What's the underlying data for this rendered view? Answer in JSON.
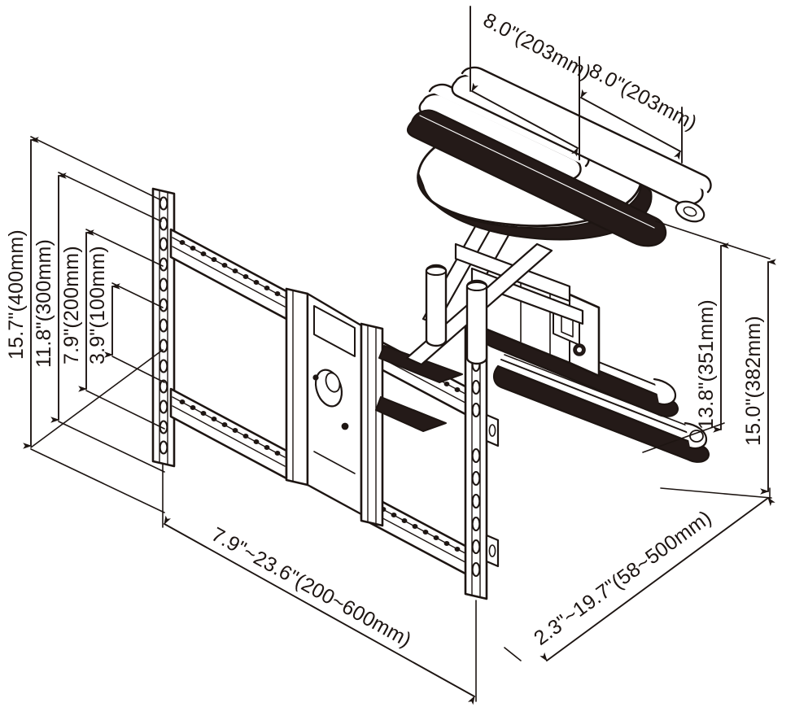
{
  "drawing": {
    "title": "Full-motion TV wall mount — dimensioned isometric drawing",
    "subject": "articulating-tv-wall-mount",
    "line_color": "#1d1512",
    "fill_dark": "#241a18",
    "background": "#ffffff"
  },
  "dimensions": {
    "top_left": {
      "label": "8.0\"(203mm)",
      "value_in": 8.0,
      "value_mm": 203,
      "axis": "horizontal-depth-upper"
    },
    "top_right": {
      "label": "8.0\"(203mm)",
      "value_in": 8.0,
      "value_mm": 203,
      "axis": "horizontal-depth-upper"
    },
    "left_outer": {
      "label": "15.7\"(400mm)",
      "value_in": 15.7,
      "value_mm": 400,
      "axis": "vertical-height"
    },
    "left_second": {
      "label": "11.8\"(300mm)",
      "value_in": 11.8,
      "value_mm": 300,
      "axis": "vertical-height"
    },
    "left_third": {
      "label": "7.9\"(200mm)",
      "value_in": 7.9,
      "value_mm": 200,
      "axis": "vertical-height"
    },
    "left_inner": {
      "label": "3.9\"(100mm)",
      "value_in": 3.9,
      "value_mm": 100,
      "axis": "vertical-height"
    },
    "right_inner": {
      "label": "13.8\"(351mm)",
      "value_in": 13.8,
      "value_mm": 351,
      "axis": "vertical-height-arm"
    },
    "right_outer": {
      "label": "15.0\"(382mm)",
      "value_in": 15.0,
      "value_mm": 382,
      "axis": "vertical-height-arm"
    },
    "bottom_left": {
      "label": "7.9\"~23.6\"(200~600mm)",
      "min_in": 7.9,
      "max_in": 23.6,
      "min_mm": 200,
      "max_mm": 600,
      "axis": "horizontal-width-range"
    },
    "bottom_right": {
      "label": "2.3\"~19.7\"(58~500mm)",
      "min_in": 2.3,
      "max_in": 19.7,
      "min_mm": 58,
      "max_mm": 500,
      "axis": "depth-extension-range"
    }
  }
}
